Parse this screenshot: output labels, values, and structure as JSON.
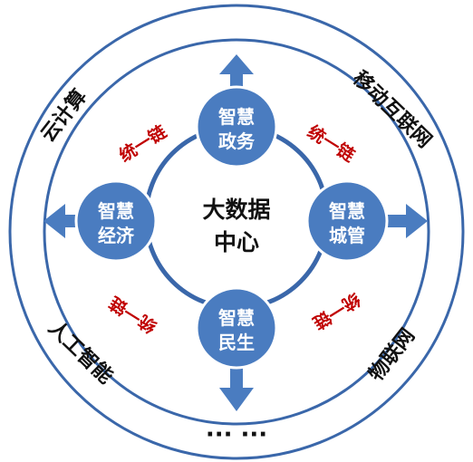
{
  "colors": {
    "node_fill": "#4a7cc0",
    "node_stroke": "#ffffff",
    "ring_stroke": "#3a67aa",
    "arrow": "#4a7cc0",
    "chain_text": "#c00000",
    "text_dark": "#111111"
  },
  "center": {
    "line1": "大数据",
    "line2": "中心"
  },
  "nodes": {
    "top": {
      "line1": "智慧",
      "line2": "政务"
    },
    "left": {
      "line1": "智慧",
      "line2": "经济"
    },
    "right": {
      "line1": "智慧",
      "line2": "城管"
    },
    "bottom": {
      "line1": "智慧",
      "line2": "民生"
    }
  },
  "chain_labels": {
    "top_left": "统一链",
    "top_right": "统一链",
    "bottom_left": "统一链",
    "bottom_right": "统一链"
  },
  "outer_labels": {
    "top_left": "云计算",
    "top_right": "移动互联网",
    "bottom_left": "人工智能",
    "bottom_right": "物联网"
  },
  "bottom_ellipsis": "··· ···"
}
